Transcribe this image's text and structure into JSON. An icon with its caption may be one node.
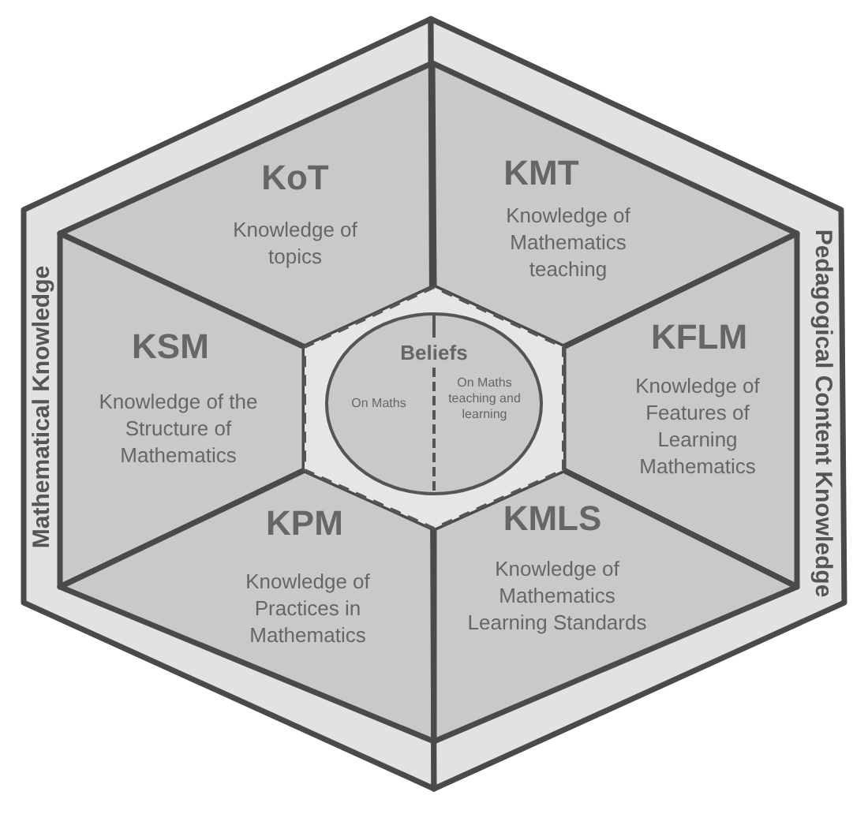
{
  "diagram": {
    "nodes": [
      {
        "text": [
          "Mathematical Knowledge"
        ]
      },
      {
        "text": [
          "Pedagogical Content Knowledge"
        ]
      },
      {
        "text": [
          "KoT",
          "Knowledge of topics"
        ],
        "in": 0
      },
      {
        "text": [
          "KSM",
          "Knowledge of the Structure of Mathematics"
        ],
        "in": 0
      },
      {
        "text": [
          "KPM",
          "Knowledge of Practices in Mathematics"
        ],
        "in": 0
      },
      {
        "text": [
          "KMT",
          "Knowledge of Mathematics teaching"
        ],
        "in": 1
      },
      {
        "text": [
          "KFLM",
          "Knowledge of Features of Learning Mathematics"
        ],
        "in": 1
      },
      {
        "text": [
          "KMLS",
          "Knowledge of Mathematics Learning Standards"
        ],
        "in": 1
      },
      {
        "text": [
          "Beliefs",
          "On Maths",
          "On Maths teaching and learning"
        ]
      }
    ]
  }
}
